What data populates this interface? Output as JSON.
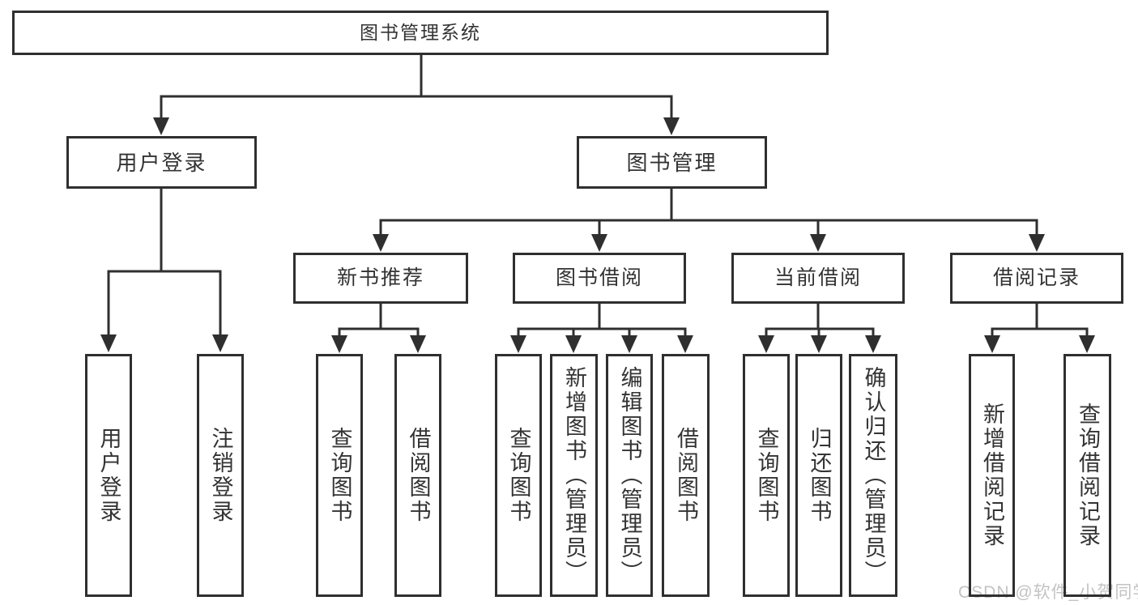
{
  "tree": {
    "root": "图书管理系统",
    "user_login": {
      "label": "用户登录",
      "children": {
        "login": "用户登录",
        "logout": "注销登录"
      }
    },
    "book_management": {
      "label": "图书管理",
      "sections": {
        "new_book": {
          "label": "新书推荐",
          "children": {
            "query_book": "查询图书",
            "borrow_book": "借阅图书"
          }
        },
        "book_borrow": {
          "label": "图书借阅",
          "children": {
            "query_book": "查询图书",
            "add_book": "新增图书（管理员）",
            "edit_book": "编辑图书（管理员）",
            "borrow_book": "借阅图书"
          }
        },
        "current_borrow": {
          "label": "当前借阅",
          "children": {
            "query_book": "查询图书",
            "return_book": "归还图书",
            "confirm_return": "确认归还（管理员）"
          }
        },
        "borrow_record": {
          "label": "借阅记录",
          "children": {
            "add_record": "新增借阅记录",
            "query_record": "查询借阅记录"
          }
        }
      }
    }
  },
  "watermark": "CSDN @软件_小贺同学",
  "colors": {
    "line": "#2f2f2f",
    "text": "#333333",
    "watermark": "#c3c3c3",
    "background": "#ffffff"
  }
}
